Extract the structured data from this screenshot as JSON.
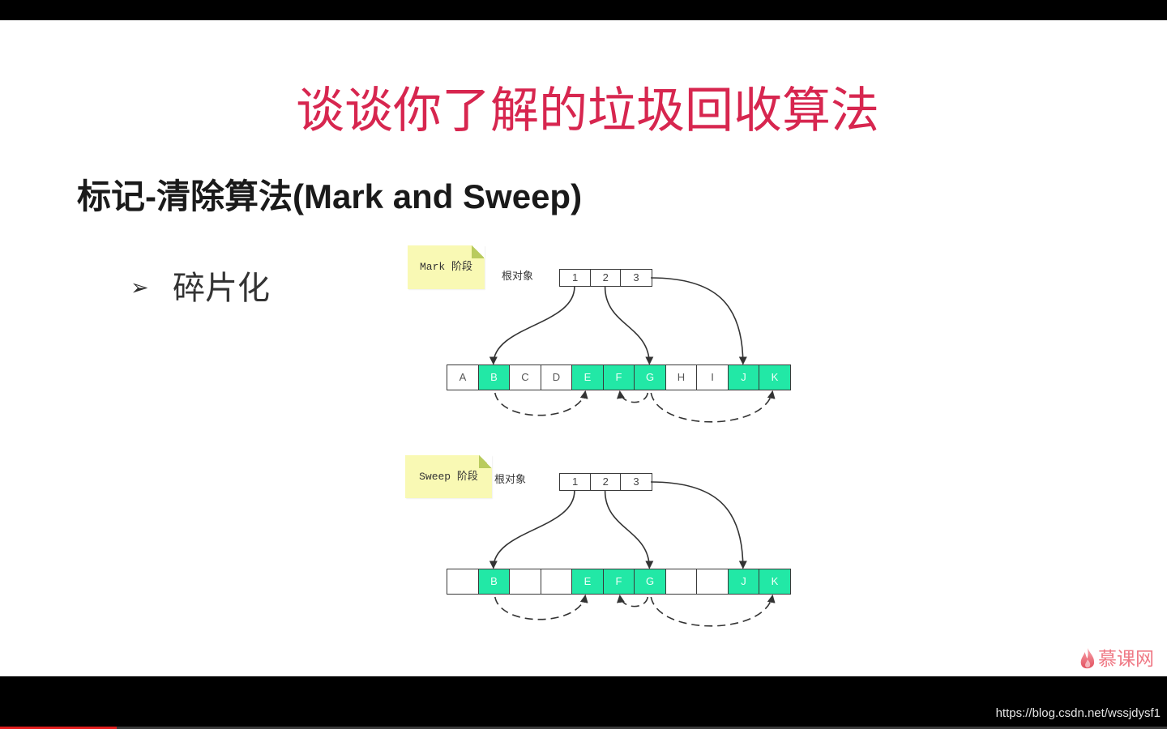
{
  "video": {
    "watermark": "https://blog.csdn.net/wssjdysf1",
    "progress": 0.1
  },
  "slide": {
    "title": "谈谈你了解的垃圾回收算法",
    "heading": "标记-清除算法(Mark and Sweep)",
    "bullet": {
      "marker": "➢",
      "text": "碎片化"
    },
    "logo": {
      "icon": "flame-icon",
      "text": "慕课网"
    }
  },
  "colors": {
    "title": "#d7264f",
    "marked_cell": "#22e8a6",
    "note_bg": "#f9f9b4",
    "note_fold": "#b9cb5e",
    "arrow": "#333333",
    "logo": "#ee6b78",
    "progress": "#e11d1d"
  },
  "diagrams": [
    {
      "phase_note": "Mark 阶段",
      "root_label": "根对象",
      "roots": [
        "1",
        "2",
        "3"
      ],
      "cells": [
        {
          "label": "A",
          "live": false
        },
        {
          "label": "B",
          "live": true
        },
        {
          "label": "C",
          "live": false
        },
        {
          "label": "D",
          "live": false
        },
        {
          "label": "E",
          "live": true
        },
        {
          "label": "F",
          "live": true
        },
        {
          "label": "G",
          "live": true
        },
        {
          "label": "H",
          "live": false
        },
        {
          "label": "I",
          "live": false
        },
        {
          "label": "J",
          "live": true
        },
        {
          "label": "K",
          "live": true
        }
      ],
      "root_refs": [
        [
          0,
          1
        ],
        [
          1,
          6
        ],
        [
          2,
          9
        ]
      ],
      "object_refs": [
        [
          1,
          4
        ],
        [
          6,
          5
        ],
        [
          6,
          10
        ]
      ]
    },
    {
      "phase_note": "Sweep 阶段",
      "root_label": "根对象",
      "roots": [
        "1",
        "2",
        "3"
      ],
      "cells": [
        {
          "label": "",
          "live": false
        },
        {
          "label": "B",
          "live": true
        },
        {
          "label": "",
          "live": false
        },
        {
          "label": "",
          "live": false
        },
        {
          "label": "E",
          "live": true
        },
        {
          "label": "F",
          "live": true
        },
        {
          "label": "G",
          "live": true
        },
        {
          "label": "",
          "live": false
        },
        {
          "label": "",
          "live": false
        },
        {
          "label": "J",
          "live": true
        },
        {
          "label": "K",
          "live": true
        }
      ],
      "root_refs": [
        [
          0,
          1
        ],
        [
          1,
          6
        ],
        [
          2,
          9
        ]
      ],
      "object_refs": [
        [
          1,
          4
        ],
        [
          6,
          5
        ],
        [
          6,
          10
        ]
      ]
    }
  ]
}
